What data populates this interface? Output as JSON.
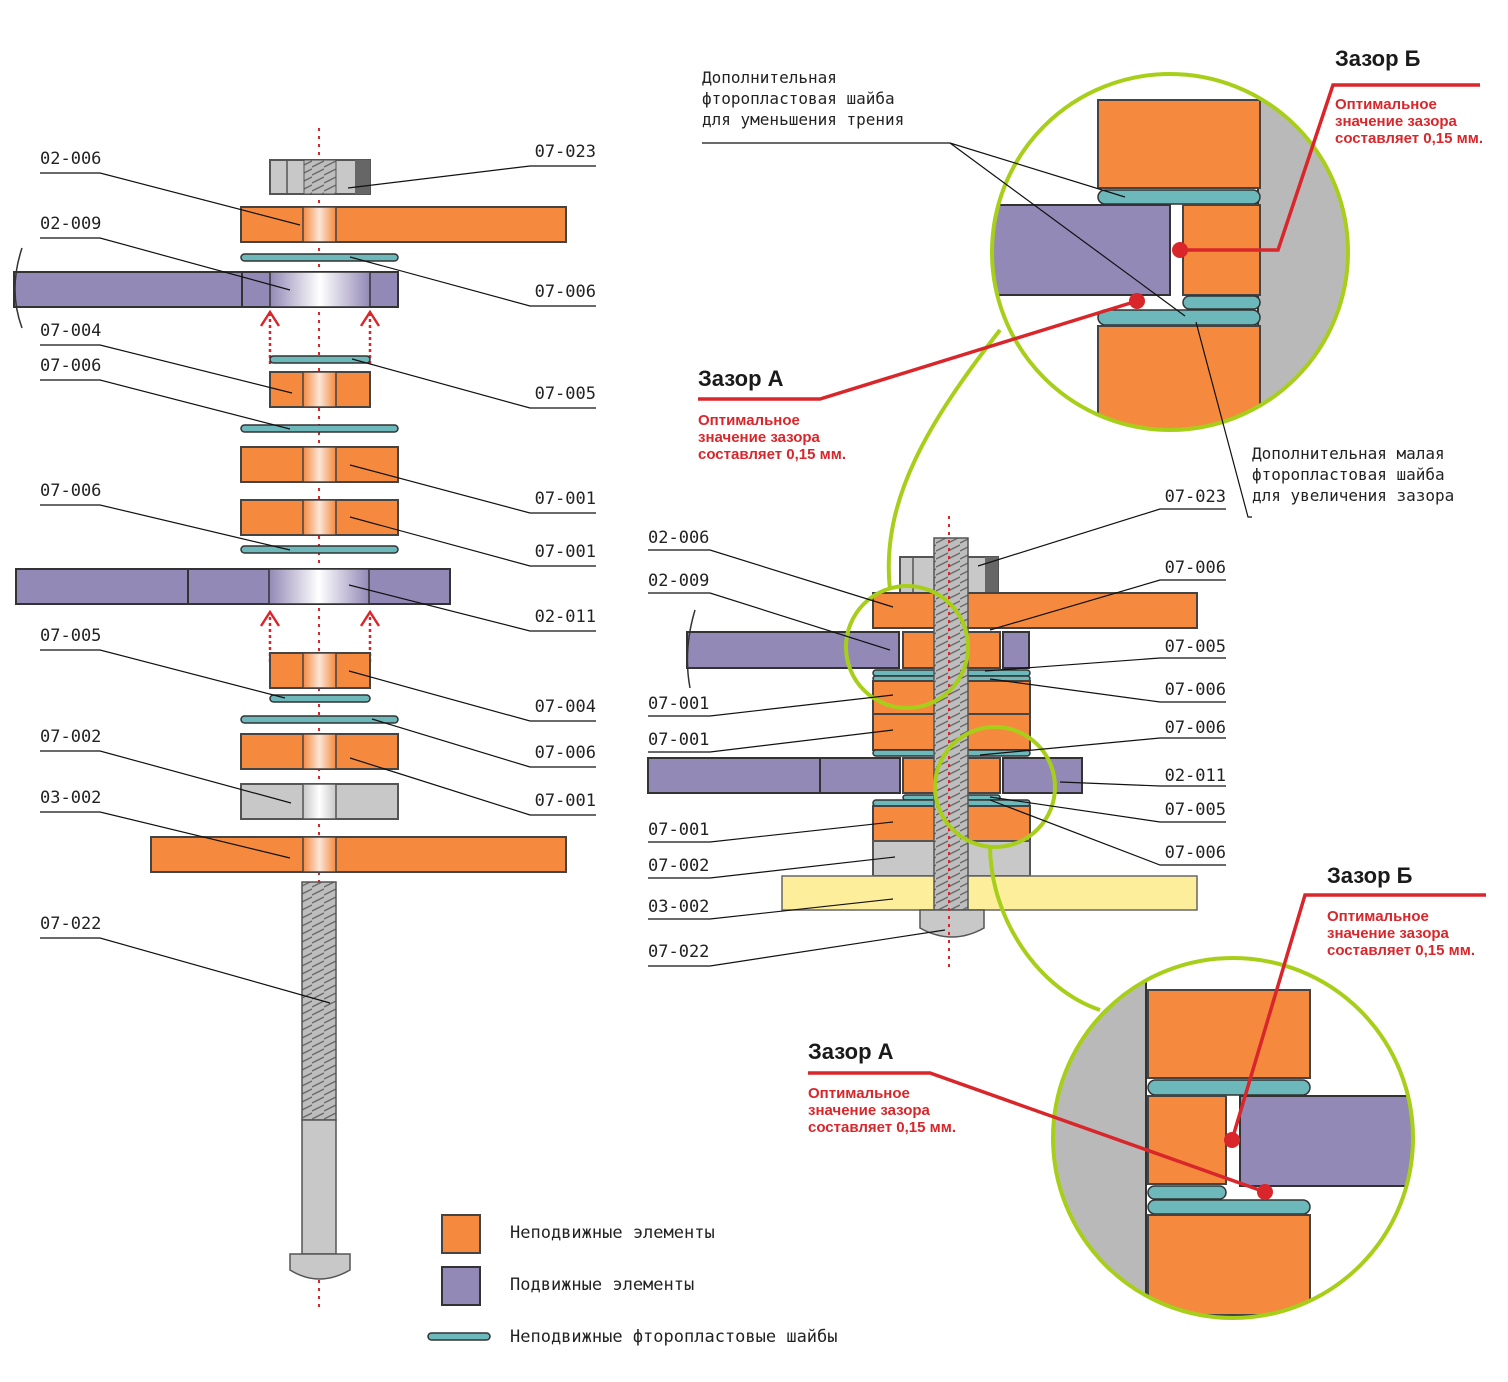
{
  "left_diagram": {
    "labels": {
      "l1": "02-006",
      "l2": "02-009",
      "l3": "07-004",
      "l4": "07-006",
      "l5": "07-006",
      "l6": "07-005",
      "l7": "07-002",
      "l8": "03-002",
      "l9": "07-022",
      "r1": "07-023",
      "r2": "07-006",
      "r3": "07-005",
      "r4": "07-001",
      "r5": "07-001",
      "r6": "02-011",
      "r7": "07-004",
      "r8": "07-006",
      "r9": "07-001"
    }
  },
  "right_diagram": {
    "labels": {
      "l1": "02-006",
      "l2": "02-009",
      "l3": "07-001",
      "l4": "07-001",
      "l5": "07-001",
      "l6": "07-002",
      "l7": "03-002",
      "l8": "07-022",
      "r1": "07-023",
      "r2": "07-006",
      "r3": "07-005",
      "r4": "07-006",
      "r5": "07-006",
      "r6": "02-011",
      "r7": "07-005",
      "r8": "07-006"
    }
  },
  "callouts": {
    "top": {
      "note1_line1": "Дополнительная",
      "note1_line2": "фторопластовая шайба",
      "note1_line3": "для уменьшения трения",
      "gap_b_title": "Зазор Б",
      "gap_b_line1": "Оптимальное",
      "gap_b_line2": "значение зазора",
      "gap_b_line3": "составляет 0,15 мм.",
      "gap_a_title": "Зазор А",
      "gap_a_line1": "Оптимальное",
      "gap_a_line2": "значение зазора",
      "gap_a_line3": "составляет 0,15 мм.",
      "note2_line1": "Дополнительная малая",
      "note2_line2": "фторопластовая шайба",
      "note2_line3": "для увеличения зазора"
    },
    "bottom": {
      "gap_b_title": "Зазор Б",
      "gap_b_line1": "Оптимальное",
      "gap_b_line2": "значение зазора",
      "gap_b_line3": "составляет 0,15 мм.",
      "gap_a_title": "Зазор А",
      "gap_a_line1": "Оптимальное",
      "gap_a_line2": "значение зазора",
      "gap_a_line3": "составляет 0,15 мм."
    }
  },
  "legend": {
    "fixed": "Неподвижные элементы",
    "moving": "Подвижные элементы",
    "washers": "Неподвижные фторопластовые шайбы"
  },
  "colors": {
    "fixed": "#f58a3f",
    "moving": "#9389b6",
    "washer": "#6cb8bb",
    "callout_ring": "#a7cf1a",
    "gap_marker": "#d9262b"
  }
}
